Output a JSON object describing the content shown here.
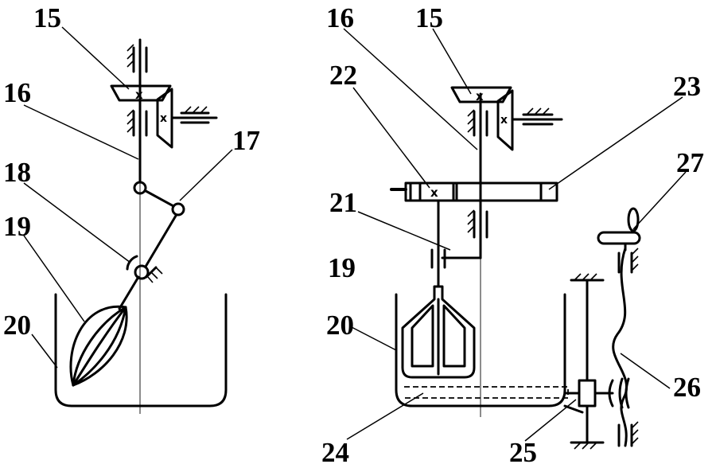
{
  "labels": {
    "left_15": "15",
    "left_16": "16",
    "left_17": "17",
    "left_18": "18",
    "left_19": "19",
    "left_20": "20",
    "right_16": "16",
    "right_15": "15",
    "right_22": "22",
    "right_23": "23",
    "right_27": "27",
    "right_21": "21",
    "right_19": "19",
    "right_20": "20",
    "right_26": "26",
    "right_24": "24",
    "right_25": "25"
  },
  "colors": {
    "stroke": "#000000",
    "background": "#ffffff"
  }
}
